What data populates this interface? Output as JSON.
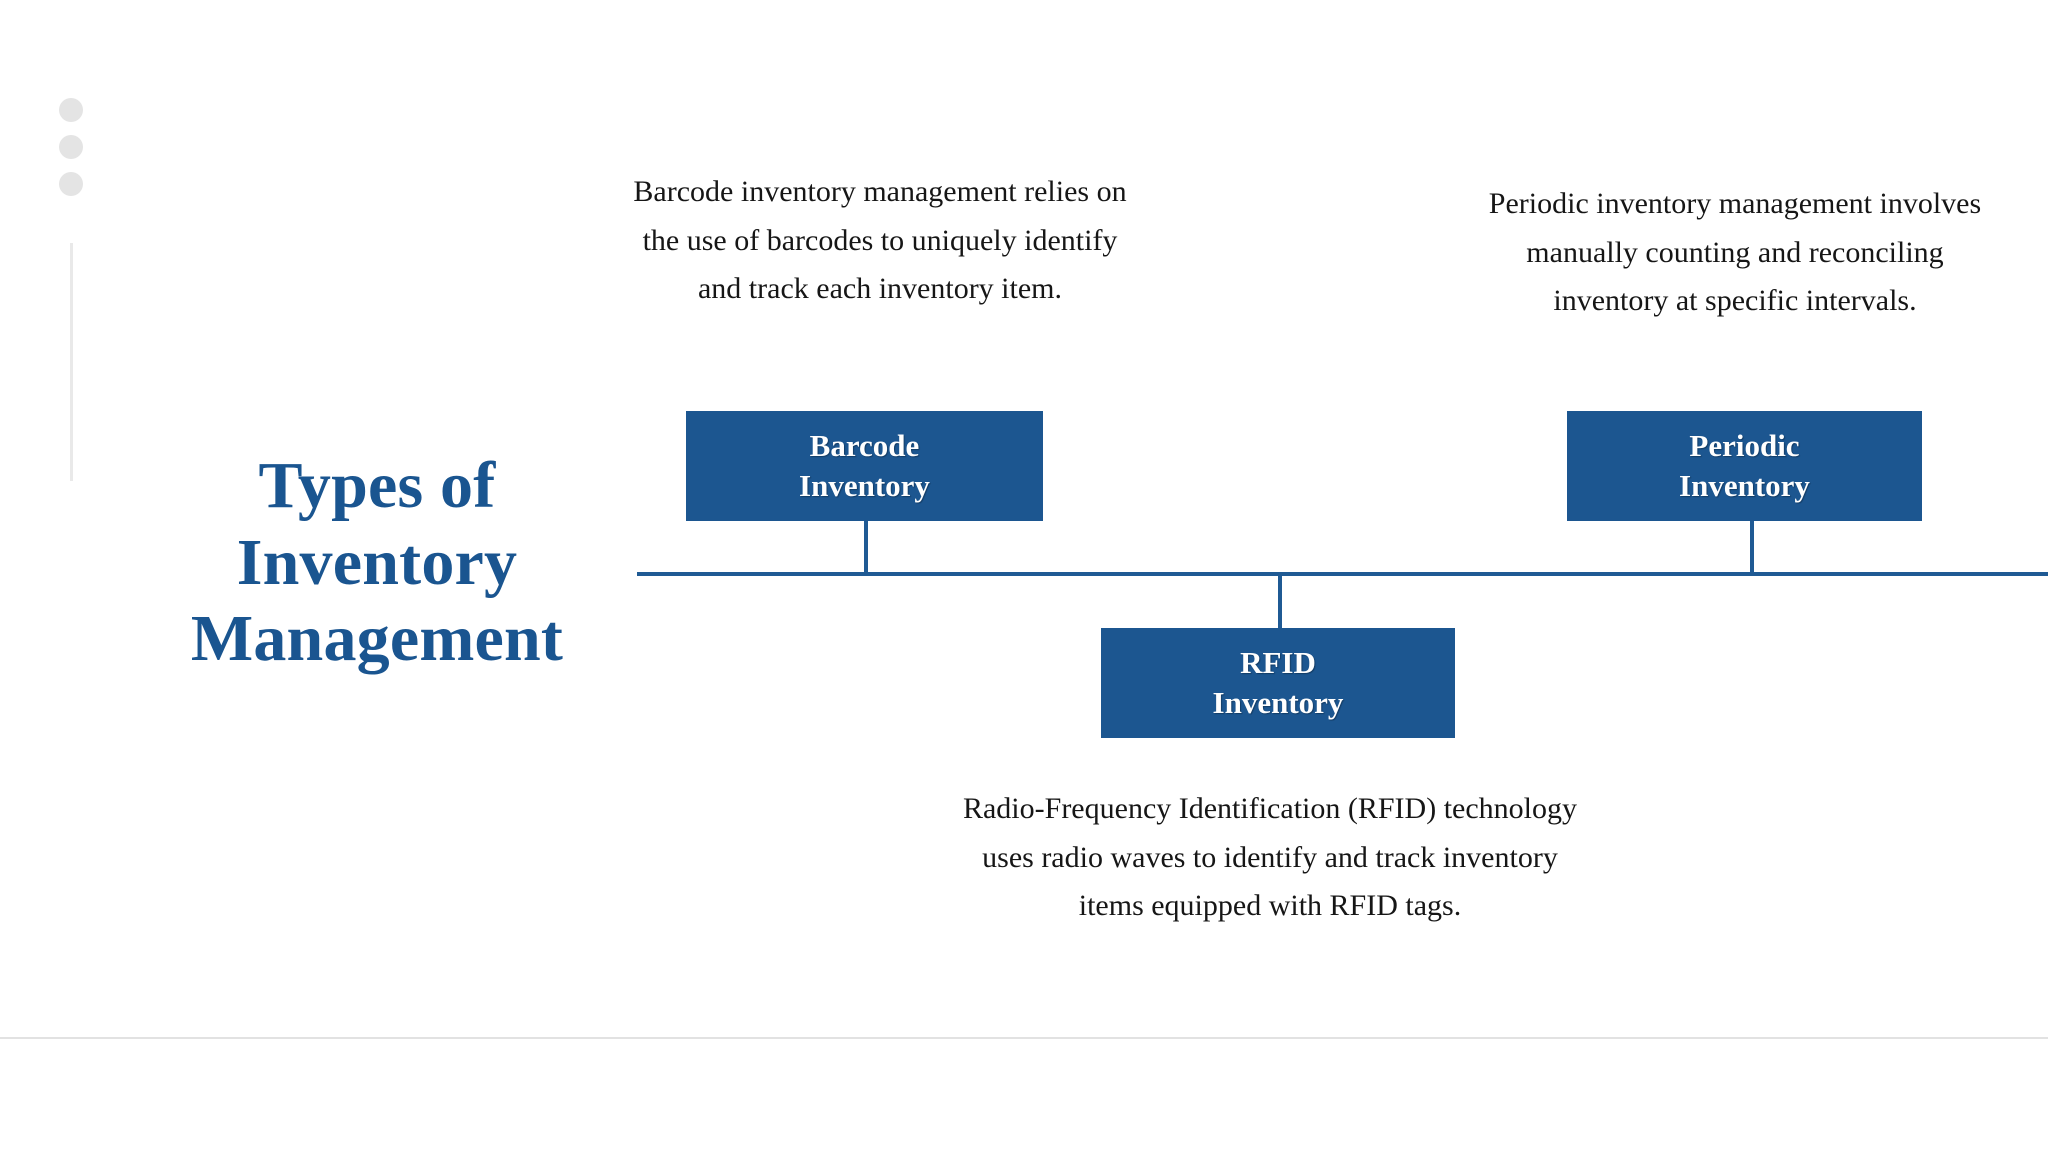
{
  "slide": {
    "title_line1": "Types of",
    "title_line2": "Inventory",
    "title_line3": "Management",
    "title_full": "Types of Inventory Management",
    "accent_color": "#1c5690",
    "title_color": "#1a5590",
    "background_color": "#ffffff",
    "connector_color": "#1f5a94",
    "divider_color": "#e2e2e2",
    "rail_dot_color": "#e4e4e4",
    "rail_line_color": "#e9e9e9"
  },
  "nodes": [
    {
      "id": "barcode",
      "label_line1": "Barcode",
      "label_line2": "Inventory",
      "label": "Barcode\nInventory",
      "description": "Barcode inventory management relies on the use of barcodes to uniquely identify and track each inventory item.",
      "position": "above-line"
    },
    {
      "id": "rfid",
      "label_line1": "RFID",
      "label_line2": "Inventory",
      "label": "RFID\nInventory",
      "description": "Radio-Frequency Identification (RFID) technology uses radio waves to identify and track inventory items equipped with RFID tags.",
      "position": "below-line"
    },
    {
      "id": "periodic",
      "label_line1": "Periodic",
      "label_line2": "Inventory",
      "label": "Periodic\nInventory",
      "description": "Periodic inventory management involves manually counting and reconciling inventory at specific intervals.",
      "position": "above-line"
    }
  ],
  "rail": {
    "dots_count": 3,
    "dot_1": "",
    "dot_2": "",
    "dot_3": ""
  }
}
